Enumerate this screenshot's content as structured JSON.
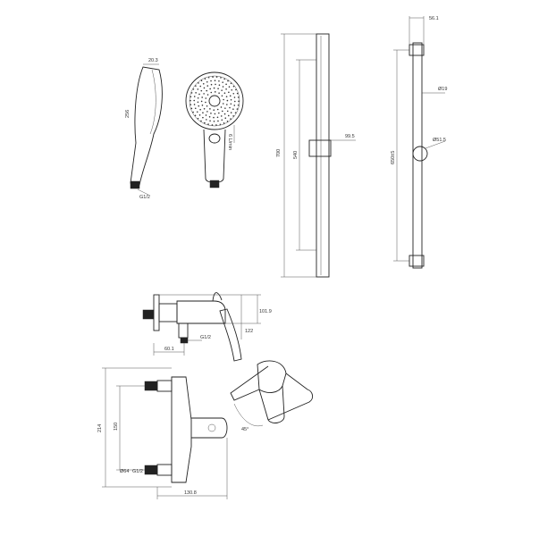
{
  "labels": {
    "hs_top": "20.3",
    "hs_len": "256",
    "hs_thread": "G1/2",
    "hs_flow": "6 L/min",
    "rail_total": "700",
    "rail_bar": "540",
    "rail_holder": "99.5",
    "rail_pitch": "650±5",
    "rail_top": "56.1",
    "rail_dia": "Ø19",
    "rail_knob": "Ø51.5",
    "mixer_h1": "101.9",
    "mixer_h2": "122",
    "mixer_w": "60.1",
    "mixer_thread_top": "G1/2",
    "front_h_total": "214",
    "front_h_centers": "150",
    "front_dia": "Ø64",
    "front_thread": "G1/2",
    "front_w": "130.8",
    "lever_angle": "45°"
  }
}
